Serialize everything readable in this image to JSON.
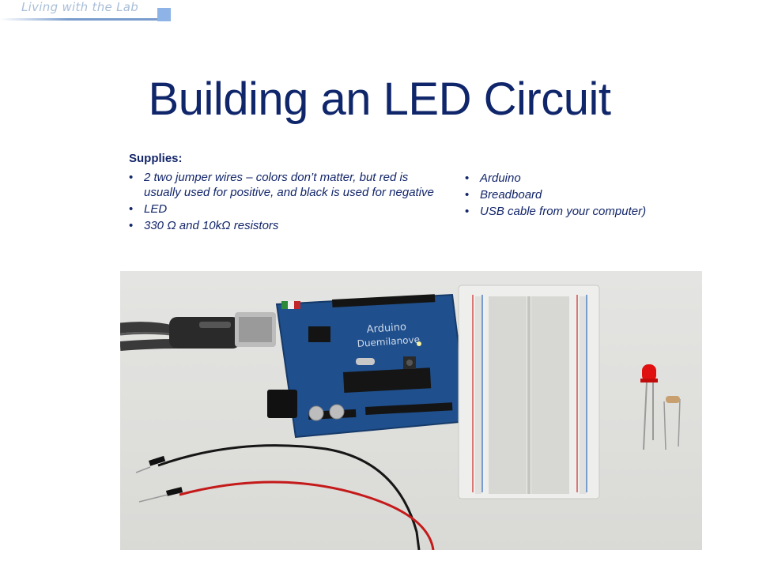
{
  "banner": {
    "text": "Living with the Lab"
  },
  "title": "Building an LED Circuit",
  "supplies": {
    "heading": "Supplies:",
    "left_items": [
      "2 two jumper wires – colors don’t matter, but red is usually used for positive, and black is used for negative",
      "LED",
      "330 Ω and 10kΩ resistors"
    ],
    "right_items": [
      "Arduino",
      "Breadboard",
      "USB cable from your computer)"
    ]
  },
  "photo": {
    "board_label": "Arduino",
    "board_sublabel": "Duemilanove",
    "colors": {
      "board": "#1f4f8c",
      "led": "#e01010",
      "red_wire": "#c41a1a",
      "black_wire": "#161616"
    }
  }
}
